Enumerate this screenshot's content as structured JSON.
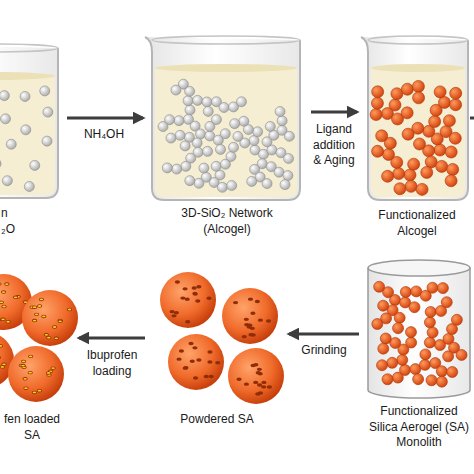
{
  "diagram": {
    "nodes": [
      {
        "text": [
          "n ₂O"
        ]
      },
      {
        "text": [
          "3D-SiO₂ Network (Alcogel)"
        ]
      },
      {
        "text": [
          "Functionalized Alcogel"
        ]
      },
      {
        "text": [
          "Functionalized Silica Aerogel (SA) Monolith"
        ]
      },
      {
        "text": [
          "Powdered SA"
        ]
      },
      {
        "text": [
          "fen loaded SA"
        ]
      }
    ],
    "edges": [
      {
        "from": 0,
        "to": 1,
        "arrow": "to",
        "label": "NH₄OH"
      },
      {
        "from": 1,
        "to": 2,
        "arrow": "to",
        "label": "Ligand addition & Aging"
      },
      {
        "from": 3,
        "to": 4,
        "arrow": "to",
        "label": "Grinding"
      },
      {
        "from": 4,
        "to": 5,
        "arrow": "to",
        "label": "Ibuprofen loading"
      }
    ]
  }
}
